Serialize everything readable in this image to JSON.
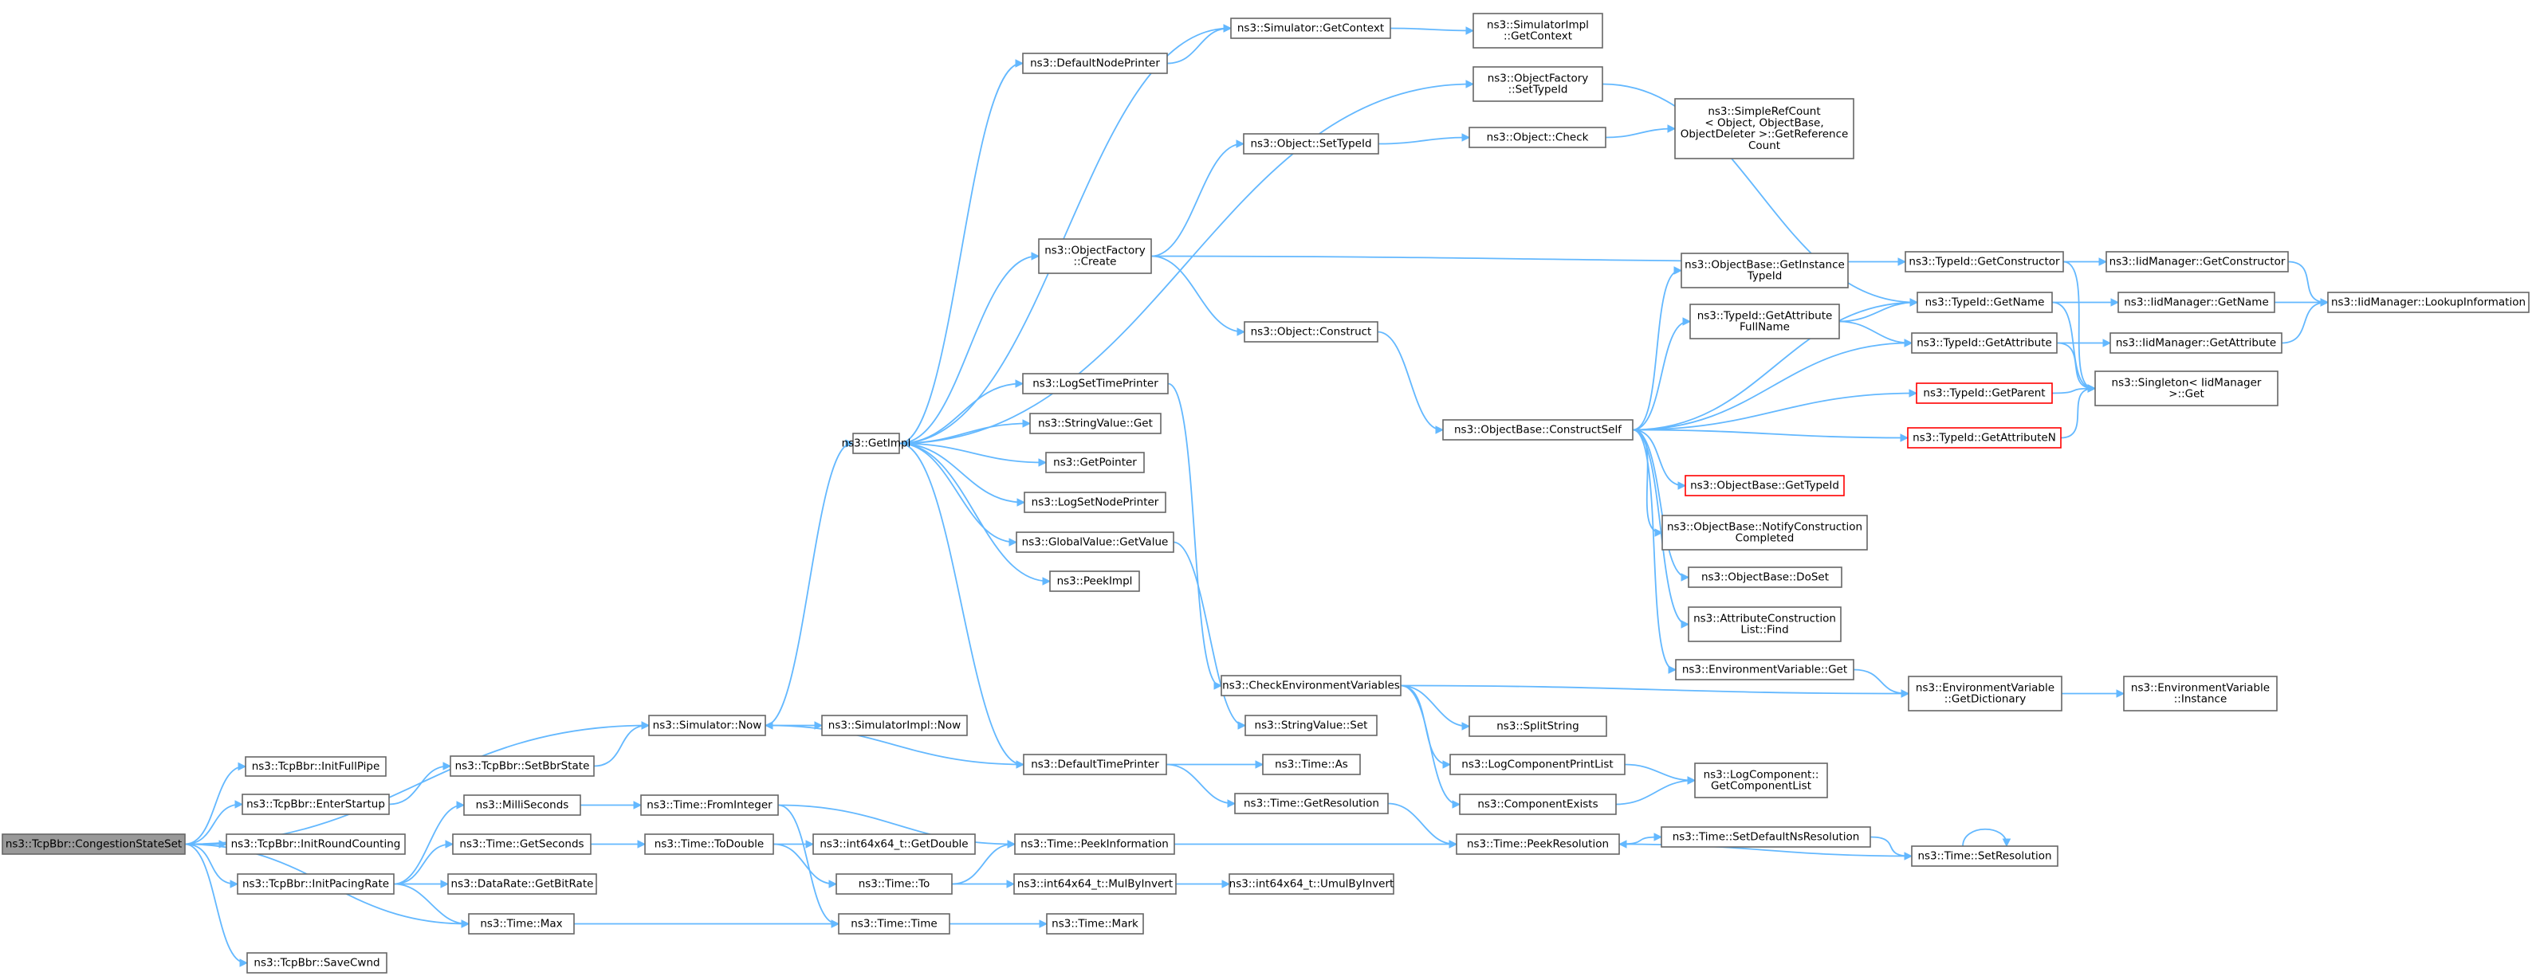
{
  "nodes": [
    {
      "id": "root",
      "lines": [
        "ns3::TcpBbr::CongestionStateSet"
      ],
      "style": "root"
    },
    {
      "id": "initFullPipe",
      "lines": [
        "ns3::TcpBbr::InitFullPipe"
      ]
    },
    {
      "id": "enterStartup",
      "lines": [
        "ns3::TcpBbr::EnterStartup"
      ]
    },
    {
      "id": "initRound",
      "lines": [
        "ns3::TcpBbr::InitRoundCounting"
      ]
    },
    {
      "id": "initPacing",
      "lines": [
        "ns3::TcpBbr::InitPacingRate"
      ]
    },
    {
      "id": "saveCwnd",
      "lines": [
        "ns3::TcpBbr::SaveCwnd"
      ]
    },
    {
      "id": "setBbrState",
      "lines": [
        "ns3::TcpBbr::SetBbrState"
      ]
    },
    {
      "id": "milli",
      "lines": [
        "ns3::MilliSeconds"
      ]
    },
    {
      "id": "getSeconds",
      "lines": [
        "ns3::Time::GetSeconds"
      ]
    },
    {
      "id": "getBitRate",
      "lines": [
        "ns3::DataRate::GetBitRate"
      ]
    },
    {
      "id": "timeMax",
      "lines": [
        "ns3::Time::Max"
      ]
    },
    {
      "id": "simNow",
      "lines": [
        "ns3::Simulator::Now"
      ]
    },
    {
      "id": "simImplNow",
      "lines": [
        "ns3::SimulatorImpl::Now"
      ]
    },
    {
      "id": "fromInteger",
      "lines": [
        "ns3::Time::FromInteger"
      ]
    },
    {
      "id": "toDouble",
      "lines": [
        "ns3::Time::ToDouble"
      ]
    },
    {
      "id": "getImpl",
      "lines": [
        "ns3::GetImpl"
      ]
    },
    {
      "id": "defaultNodePrinter",
      "lines": [
        "ns3::DefaultNodePrinter"
      ]
    },
    {
      "id": "simGetContext",
      "lines": [
        "ns3::Simulator::GetContext"
      ]
    },
    {
      "id": "simImplGetContext",
      "lines": [
        "ns3::SimulatorImpl",
        "::GetContext"
      ]
    },
    {
      "id": "ofSetTypeId",
      "lines": [
        "ns3::ObjectFactory",
        "::SetTypeId"
      ]
    },
    {
      "id": "objSetTypeId",
      "lines": [
        "ns3::Object::SetTypeId"
      ]
    },
    {
      "id": "objCheck",
      "lines": [
        "ns3::Object::Check"
      ]
    },
    {
      "id": "simpleRef",
      "lines": [
        "ns3::SimpleRefCount",
        "< Object, ObjectBase,",
        "ObjectDeleter >::GetReference",
        "Count"
      ]
    },
    {
      "id": "ofCreate",
      "lines": [
        "ns3::ObjectFactory",
        "::Create"
      ]
    },
    {
      "id": "objConstruct",
      "lines": [
        "ns3::Object::Construct"
      ]
    },
    {
      "id": "logSetTimePrinter",
      "lines": [
        "ns3::LogSetTimePrinter"
      ]
    },
    {
      "id": "stringValueGet",
      "lines": [
        "ns3::StringValue::Get"
      ]
    },
    {
      "id": "getPointer",
      "lines": [
        "ns3::GetPointer"
      ]
    },
    {
      "id": "logSetNodePrinter",
      "lines": [
        "ns3::LogSetNodePrinter"
      ]
    },
    {
      "id": "globalValueGet",
      "lines": [
        "ns3::GlobalValue::GetValue"
      ]
    },
    {
      "id": "peekImpl",
      "lines": [
        "ns3::PeekImpl"
      ]
    },
    {
      "id": "checkEnv",
      "lines": [
        "ns3::CheckEnvironmentVariables"
      ]
    },
    {
      "id": "stringValueSet",
      "lines": [
        "ns3::StringValue::Set"
      ]
    },
    {
      "id": "defaultTimePrinter",
      "lines": [
        "ns3::DefaultTimePrinter"
      ]
    },
    {
      "id": "timeAs",
      "lines": [
        "ns3::Time::As"
      ]
    },
    {
      "id": "timeGetRes",
      "lines": [
        "ns3::Time::GetResolution"
      ]
    },
    {
      "id": "peekInfo",
      "lines": [
        "ns3::Time::PeekInformation"
      ]
    },
    {
      "id": "i64GetDouble",
      "lines": [
        "ns3::int64x64_t::GetDouble"
      ]
    },
    {
      "id": "timeTo",
      "lines": [
        "ns3::Time::To"
      ]
    },
    {
      "id": "mulByInvert",
      "lines": [
        "ns3::int64x64_t::MulByInvert"
      ]
    },
    {
      "id": "umulByInvert",
      "lines": [
        "ns3::int64x64_t::UmulByInvert"
      ]
    },
    {
      "id": "timeTime",
      "lines": [
        "ns3::Time::Time"
      ]
    },
    {
      "id": "timeMark",
      "lines": [
        "ns3::Time::Mark"
      ]
    },
    {
      "id": "obConstructSelf",
      "lines": [
        "ns3::ObjectBase::ConstructSelf"
      ]
    },
    {
      "id": "obGetInstanceTypeId",
      "lines": [
        "ns3::ObjectBase::GetInstance",
        "TypeId"
      ]
    },
    {
      "id": "tidGetAttrFullName",
      "lines": [
        "ns3::TypeId::GetAttribute",
        "FullName"
      ]
    },
    {
      "id": "obGetTypeId",
      "lines": [
        "ns3::ObjectBase::GetTypeId"
      ],
      "style": "red"
    },
    {
      "id": "obNotify",
      "lines": [
        "ns3::ObjectBase::NotifyConstruction",
        "Completed"
      ]
    },
    {
      "id": "obDoSet",
      "lines": [
        "ns3::ObjectBase::DoSet"
      ]
    },
    {
      "id": "attrConstrFind",
      "lines": [
        "ns3::AttributeConstruction",
        "List::Find"
      ]
    },
    {
      "id": "envGet",
      "lines": [
        "ns3::EnvironmentVariable::Get"
      ]
    },
    {
      "id": "splitString",
      "lines": [
        "ns3::SplitString"
      ]
    },
    {
      "id": "logCompPrintList",
      "lines": [
        "ns3::LogComponentPrintList"
      ]
    },
    {
      "id": "componentExists",
      "lines": [
        "ns3::ComponentExists"
      ]
    },
    {
      "id": "peekResolution",
      "lines": [
        "ns3::Time::PeekResolution"
      ]
    },
    {
      "id": "tidGetConstructor",
      "lines": [
        "ns3::TypeId::GetConstructor"
      ]
    },
    {
      "id": "tidGetName",
      "lines": [
        "ns3::TypeId::GetName"
      ]
    },
    {
      "id": "tidGetAttribute",
      "lines": [
        "ns3::TypeId::GetAttribute"
      ]
    },
    {
      "id": "tidGetParent",
      "lines": [
        "ns3::TypeId::GetParent"
      ],
      "style": "red"
    },
    {
      "id": "tidGetAttributeN",
      "lines": [
        "ns3::TypeId::GetAttributeN"
      ],
      "style": "red"
    },
    {
      "id": "envGetDict",
      "lines": [
        "ns3::EnvironmentVariable",
        "::GetDictionary"
      ]
    },
    {
      "id": "logCompGetList",
      "lines": [
        "ns3::LogComponent::",
        "GetComponentList"
      ]
    },
    {
      "id": "setDefaultNsRes",
      "lines": [
        "ns3::Time::SetDefaultNsResolution"
      ]
    },
    {
      "id": "setResolution",
      "lines": [
        "ns3::Time::SetResolution"
      ]
    },
    {
      "id": "iidGetConstructor",
      "lines": [
        "ns3::IidManager::GetConstructor"
      ]
    },
    {
      "id": "iidGetName",
      "lines": [
        "ns3::IidManager::GetName"
      ]
    },
    {
      "id": "iidGetAttribute",
      "lines": [
        "ns3::IidManager::GetAttribute"
      ]
    },
    {
      "id": "singletonGet",
      "lines": [
        "ns3::Singleton< IidManager",
        ">::Get"
      ]
    },
    {
      "id": "envInstance",
      "lines": [
        "ns3::EnvironmentVariable",
        "::Instance"
      ]
    },
    {
      "id": "iidLookup",
      "lines": [
        "ns3::IidManager::LookupInformation"
      ]
    }
  ],
  "edges": [
    [
      "root",
      "initFullPipe"
    ],
    [
      "root",
      "enterStartup"
    ],
    [
      "root",
      "initRound"
    ],
    [
      "root",
      "initPacing"
    ],
    [
      "root",
      "saveCwnd"
    ],
    [
      "root",
      "simNow"
    ],
    [
      "root",
      "timeMax"
    ],
    [
      "enterStartup",
      "setBbrState"
    ],
    [
      "setBbrState",
      "simNow"
    ],
    [
      "initPacing",
      "milli"
    ],
    [
      "initPacing",
      "getSeconds"
    ],
    [
      "initPacing",
      "getBitRate"
    ],
    [
      "initPacing",
      "timeMax"
    ],
    [
      "milli",
      "fromInteger"
    ],
    [
      "getSeconds",
      "toDouble"
    ],
    [
      "timeMax",
      "timeTime"
    ],
    [
      "simNow",
      "simImplNow"
    ],
    [
      "simNow",
      "getImpl"
    ],
    [
      "fromInteger",
      "peekInfo"
    ],
    [
      "fromInteger",
      "timeTime"
    ],
    [
      "toDouble",
      "i64GetDouble"
    ],
    [
      "toDouble",
      "timeTo"
    ],
    [
      "timeTo",
      "peekInfo"
    ],
    [
      "timeTo",
      "mulByInvert"
    ],
    [
      "mulByInvert",
      "umulByInvert"
    ],
    [
      "timeTime",
      "timeMark"
    ],
    [
      "getImpl",
      "defaultNodePrinter"
    ],
    [
      "getImpl",
      "simGetContext"
    ],
    [
      "getImpl",
      "ofSetTypeId"
    ],
    [
      "getImpl",
      "ofCreate"
    ],
    [
      "getImpl",
      "logSetTimePrinter"
    ],
    [
      "getImpl",
      "stringValueGet"
    ],
    [
      "getImpl",
      "getPointer"
    ],
    [
      "getImpl",
      "logSetNodePrinter"
    ],
    [
      "getImpl",
      "globalValueGet"
    ],
    [
      "getImpl",
      "peekImpl"
    ],
    [
      "getImpl",
      "defaultTimePrinter"
    ],
    [
      "defaultNodePrinter",
      "simGetContext"
    ],
    [
      "simGetContext",
      "simImplGetContext"
    ],
    [
      "ofSetTypeId",
      "tidGetName"
    ],
    [
      "ofCreate",
      "objSetTypeId"
    ],
    [
      "ofCreate",
      "objConstruct"
    ],
    [
      "ofCreate",
      "tidGetConstructor"
    ],
    [
      "objSetTypeId",
      "objCheck"
    ],
    [
      "objCheck",
      "simpleRef"
    ],
    [
      "objConstruct",
      "obConstructSelf"
    ],
    [
      "logSetTimePrinter",
      "checkEnv"
    ],
    [
      "globalValueGet",
      "stringValueSet"
    ],
    [
      "defaultTimePrinter",
      "simNow"
    ],
    [
      "defaultTimePrinter",
      "timeAs"
    ],
    [
      "defaultTimePrinter",
      "timeGetRes"
    ],
    [
      "timeGetRes",
      "peekResolution"
    ],
    [
      "peekInfo",
      "peekResolution"
    ],
    [
      "checkEnv",
      "envGetDict"
    ],
    [
      "checkEnv",
      "splitString"
    ],
    [
      "checkEnv",
      "logCompPrintList"
    ],
    [
      "checkEnv",
      "componentExists"
    ],
    [
      "logCompPrintList",
      "logCompGetList"
    ],
    [
      "componentExists",
      "logCompGetList"
    ],
    [
      "obConstructSelf",
      "obGetInstanceTypeId"
    ],
    [
      "obConstructSelf",
      "tidGetAttrFullName"
    ],
    [
      "obConstructSelf",
      "obGetTypeId"
    ],
    [
      "obConstructSelf",
      "obNotify"
    ],
    [
      "obConstructSelf",
      "obDoSet"
    ],
    [
      "obConstructSelf",
      "attrConstrFind"
    ],
    [
      "obConstructSelf",
      "envGet"
    ],
    [
      "obConstructSelf",
      "tidGetName"
    ],
    [
      "obConstructSelf",
      "tidGetAttribute"
    ],
    [
      "obConstructSelf",
      "tidGetParent"
    ],
    [
      "obConstructSelf",
      "tidGetAttributeN"
    ],
    [
      "tidGetAttrFullName",
      "tidGetName"
    ],
    [
      "tidGetAttrFullName",
      "tidGetAttribute"
    ],
    [
      "envGet",
      "envGetDict"
    ],
    [
      "envGetDict",
      "envInstance"
    ],
    [
      "peekResolution",
      "setDefaultNsRes"
    ],
    [
      "setDefaultNsRes",
      "setResolution"
    ],
    [
      "setResolution",
      "peekResolution"
    ],
    [
      "setResolution",
      "setResolution"
    ],
    [
      "tidGetConstructor",
      "iidGetConstructor"
    ],
    [
      "tidGetConstructor",
      "singletonGet"
    ],
    [
      "tidGetName",
      "iidGetName"
    ],
    [
      "tidGetName",
      "singletonGet"
    ],
    [
      "tidGetAttribute",
      "iidGetAttribute"
    ],
    [
      "tidGetAttribute",
      "singletonGet"
    ],
    [
      "tidGetParent",
      "singletonGet"
    ],
    [
      "tidGetAttributeN",
      "singletonGet"
    ],
    [
      "iidGetConstructor",
      "iidLookup"
    ],
    [
      "iidGetName",
      "iidLookup"
    ],
    [
      "iidGetAttribute",
      "iidLookup"
    ]
  ],
  "colors": {
    "edge": "#63b8ff",
    "node_border": "#666666",
    "root_fill": "#999999",
    "error_border": "#ff0000"
  }
}
